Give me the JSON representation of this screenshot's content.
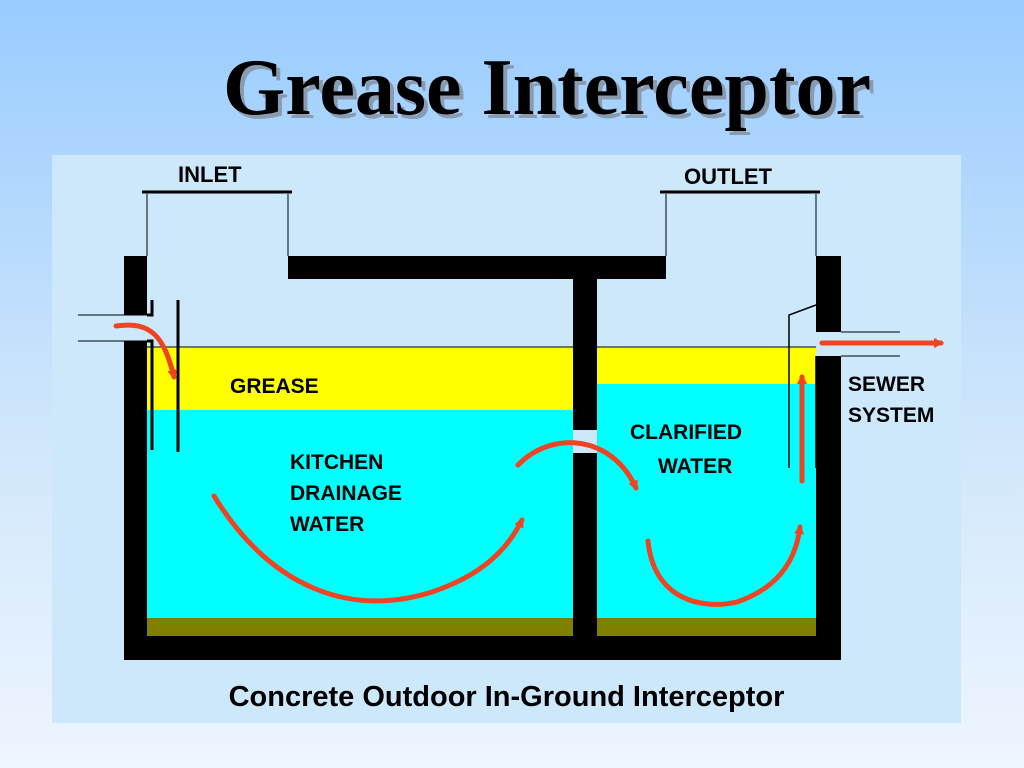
{
  "title": "Grease Interceptor",
  "labels": {
    "inlet": "INLET",
    "outlet": "OUTLET",
    "grease": "GREASE",
    "kitchen_line1": "KITCHEN",
    "kitchen_line2": "DRAINAGE",
    "kitchen_line3": "WATER",
    "clarified_line1": "CLARIFIED",
    "clarified_line2": "WATER",
    "sewer_line1": "SEWER",
    "sewer_line2": "SYSTEM"
  },
  "caption": "Concrete Outdoor In-Ground Interceptor",
  "colors": {
    "grease": "#ffff00",
    "water": "#00ffff",
    "sediment": "#808000",
    "wall": "#000000",
    "flow_arrow": "#ee4422",
    "panel": "#cde8fb"
  }
}
